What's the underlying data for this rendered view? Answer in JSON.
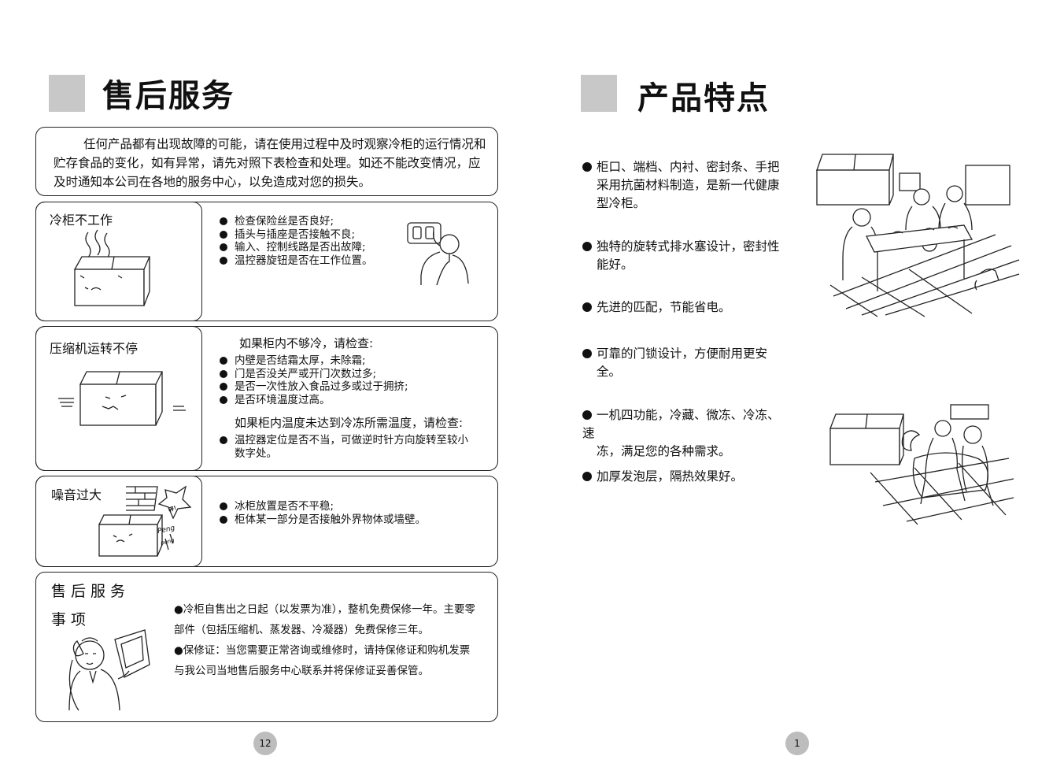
{
  "left": {
    "title": "售后服务",
    "intro": "任何产品都有出现故障的可能，请在使用过程中及时观察冷柜的运行情况和贮存食品的变化，如有异常，请先对照下表检查和处理。如还不能改变情况，应及时通知本公司在各地的服务中心，以免造成对您的损失。",
    "problems": [
      {
        "title": "冷柜不工作",
        "items": [
          "检查保险丝是否良好;",
          "插头与插座是否接触不良;",
          "输入、控制线路是否出故障;",
          "温控器旋钮是否在工作位置。"
        ]
      },
      {
        "title": "压缩机运转不停",
        "sub1": "如果柜内不够冷，请检查:",
        "items1": [
          "内壁是否结霜太厚，未除霜;",
          "门是否没关严或开门次数过多;",
          "是否一次性放入食品过多或过于拥挤;",
          "是否环境温度过高。"
        ],
        "sub2": "如果柜内温度未达到冷冻所需温度，请检查:",
        "items2": [
          "温控器定位是否不当，可做逆时针方向旋转至较小数字处。"
        ]
      },
      {
        "title": "噪音过大",
        "items": [
          "冰柜放置是否不平稳;",
          "柜体某一部分是否接触外界物体或墙壁。"
        ],
        "sound1": "Peng",
        "sound2": "peng",
        "burst": "砰！"
      }
    ],
    "service": {
      "title_line1": "售后服务",
      "title_line2": "事项",
      "para1": "●冷柜自售出之日起（以发票为准），整机免费保修一年。主要零部件（包括压缩机、蒸发器、冷凝器）免费保修三年。",
      "para2": "●保修证：当您需要正常咨询或维修时，请持保修证和购机发票与我公司当地售后服务中心联系并将保修证妥善保管。"
    },
    "page_number": "12"
  },
  "right": {
    "title": "产品特点",
    "features": [
      {
        "line1": "柜口、端档、内衬、密封条、手把",
        "rest": "采用抗菌材料制造，是新一代健康型冷柜。"
      },
      {
        "line1": "独特的旋转式排水塞设计，密封性",
        "rest": "能好。"
      },
      {
        "line1": "先进的匹配，节能省电。",
        "rest": ""
      },
      {
        "line1": "可靠的门锁设计，方便耐用更安",
        "rest": "全。"
      },
      {
        "line1": "一机四功能，冷藏、微冻、冷冻、速",
        "rest": "冻，满足您的各种需求。"
      },
      {
        "line1": "加厚发泡层，隔热效果好。",
        "rest": ""
      }
    ],
    "page_number": "1"
  }
}
